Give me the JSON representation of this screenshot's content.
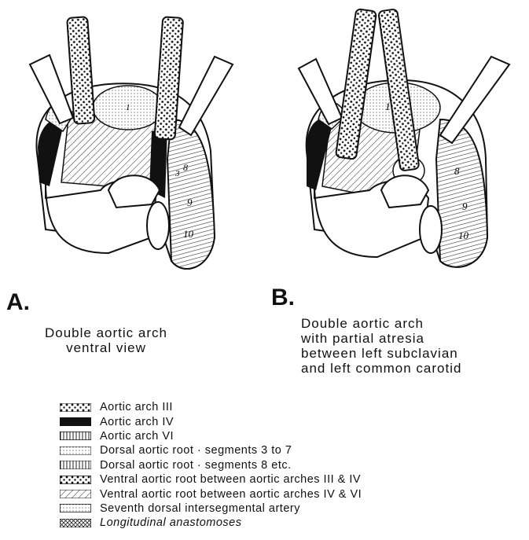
{
  "figures": {
    "a": {
      "letter": "A.",
      "caption_lines": [
        "Double aortic arch",
        "ventral view"
      ],
      "numbers": [
        "1",
        "3",
        "8",
        "9",
        "10"
      ]
    },
    "b": {
      "letter": "B.",
      "caption_lines": [
        "Double aortic arch",
        "with partial atresia",
        "between left subclavian",
        "and left common carotid"
      ],
      "numbers": [
        "1",
        "8",
        "9",
        "10"
      ]
    }
  },
  "legend": [
    {
      "label": "Aortic arch III",
      "pattern": "stipple"
    },
    {
      "label": "Aortic arch IV",
      "pattern": "solid"
    },
    {
      "label": "Aortic arch VI",
      "pattern": "vertical-bars"
    },
    {
      "label": "Dorsal aortic root · segments 3 to 7",
      "pattern": "fine-dots"
    },
    {
      "label": "Dorsal aortic root · segments 8 etc.",
      "pattern": "fine-vertical"
    },
    {
      "label": "Ventral aortic root between aortic arches III & IV",
      "pattern": "coarse-dots"
    },
    {
      "label": "Ventral aortic root between aortic arches IV & VI",
      "pattern": "diagonal"
    },
    {
      "label": "Seventh dorsal intersegmental artery",
      "pattern": "fine-grid"
    },
    {
      "label": "Longitudinal anastomoses",
      "pattern": "crosshatch"
    }
  ]
}
